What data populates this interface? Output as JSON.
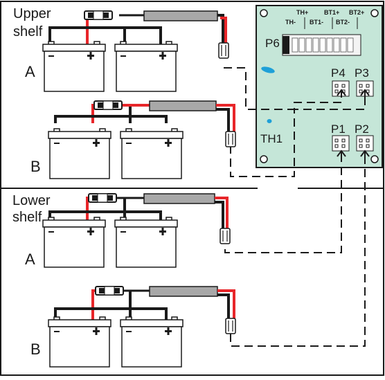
{
  "shelves": {
    "upper_label_line1": "Upper",
    "upper_label_line2": "shelf",
    "lower_label_line1": "Lower",
    "lower_label_line2": "shelf"
  },
  "groups": {
    "a": "A",
    "b": "B"
  },
  "battery": {
    "minus": "−",
    "plus": "+"
  },
  "board": {
    "p6": "P6",
    "p4": "P4",
    "p3": "P3",
    "p1": "P1",
    "p2": "P2",
    "th1": "TH1",
    "pins": {
      "th_plus": "TH+",
      "th_minus": "TH-",
      "bt1_plus": "BT1+",
      "bt1_minus": "BT1-",
      "bt2_plus": "BT2+",
      "bt2_minus": "BT2-"
    }
  },
  "colors": {
    "red_wire": "#e8262a",
    "black_wire": "#1a1a1a",
    "board_fill": "#c5e6d8",
    "fuse_gray": "#a8a8a8",
    "battery_fill": "#ffffff"
  }
}
